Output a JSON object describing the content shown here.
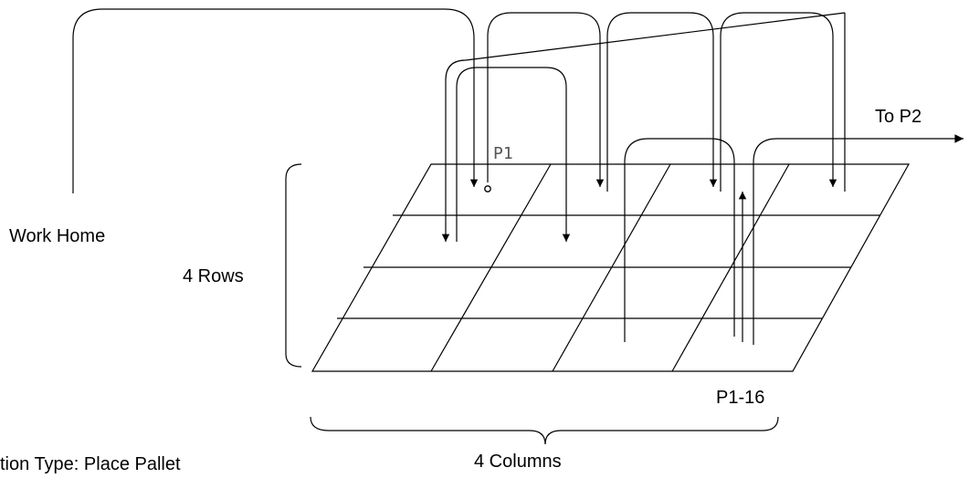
{
  "labels": {
    "work_home": "Work Home",
    "to_p2": "To P2",
    "p1": "P1",
    "rows": "4 Rows",
    "columns": "4 Columns",
    "range": "P1-16",
    "caption": "tion Type: Place Pallet"
  },
  "grid": {
    "rows": 4,
    "columns": 4
  },
  "colors": {
    "line": "#000000",
    "label_muted": "#555555"
  }
}
